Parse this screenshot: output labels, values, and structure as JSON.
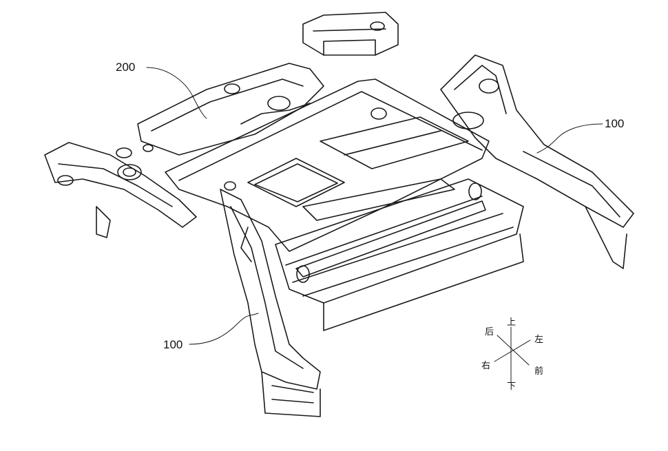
{
  "labels": {
    "rear_floor": "200",
    "rail_right": "100",
    "rail_left": "100"
  },
  "directions": {
    "up": "上",
    "down": "下",
    "rear": "后",
    "front": "前",
    "left": "左",
    "right": "右"
  }
}
